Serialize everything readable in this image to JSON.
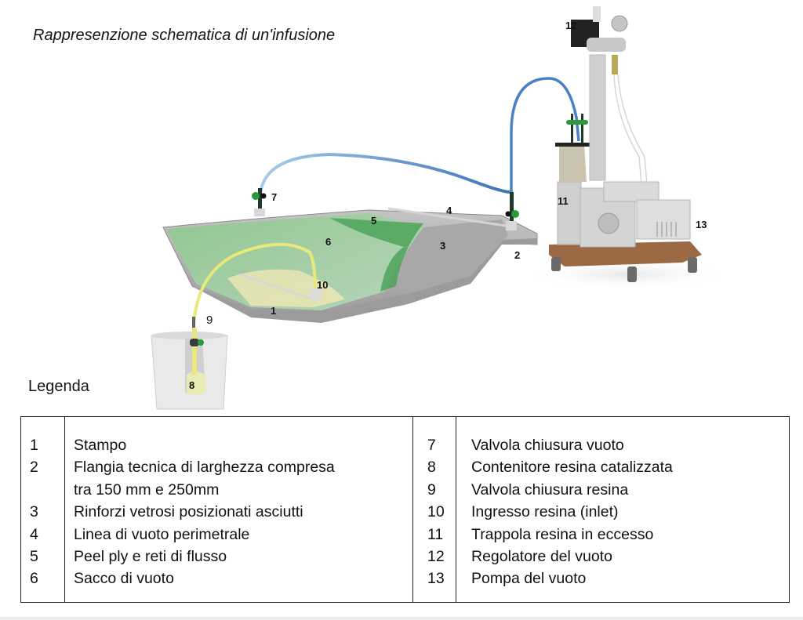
{
  "title": "Rappresenzione schematica di un'infusione",
  "legend_title": "Legenda",
  "callouts": {
    "c1": "1",
    "c2": "2",
    "c3": "3",
    "c4": "4",
    "c5": "5",
    "c6": "6",
    "c7": "7",
    "c8": "8",
    "c9": "9",
    "c10": "10",
    "c11": "11",
    "c12": "12",
    "c13": "13"
  },
  "colors": {
    "vacuum_line": "#5b8fcf",
    "resin_line": "#e6e67a",
    "bag_green": "#7fbf7f",
    "peel_ply_green": "#4ea35a",
    "mould_grey": "#a9a9a9",
    "cart_wood": "#9b6a45"
  },
  "legend": {
    "left_numbers": [
      "1",
      "2",
      "",
      "3",
      "4",
      "5",
      "6"
    ],
    "left_descriptions": [
      "Stampo",
      "Flangia tecnica di larghezza compresa",
      "tra 150 mm e 250mm",
      "Rinforzi vetrosi posizionati asciutti",
      "Linea di vuoto perimetrale",
      "Peel ply e reti di flusso",
      "Sacco di vuoto"
    ],
    "right_numbers": [
      "7",
      "8",
      "9",
      "10",
      "11",
      "12",
      "13"
    ],
    "right_descriptions": [
      "Valvola  chiusura vuoto",
      "Contenitore resina catalizzata",
      "Valvola chiusura resina",
      "Ingresso resina (inlet)",
      "Trappola resina in eccesso",
      "Regolatore del vuoto",
      "Pompa del vuoto"
    ]
  }
}
